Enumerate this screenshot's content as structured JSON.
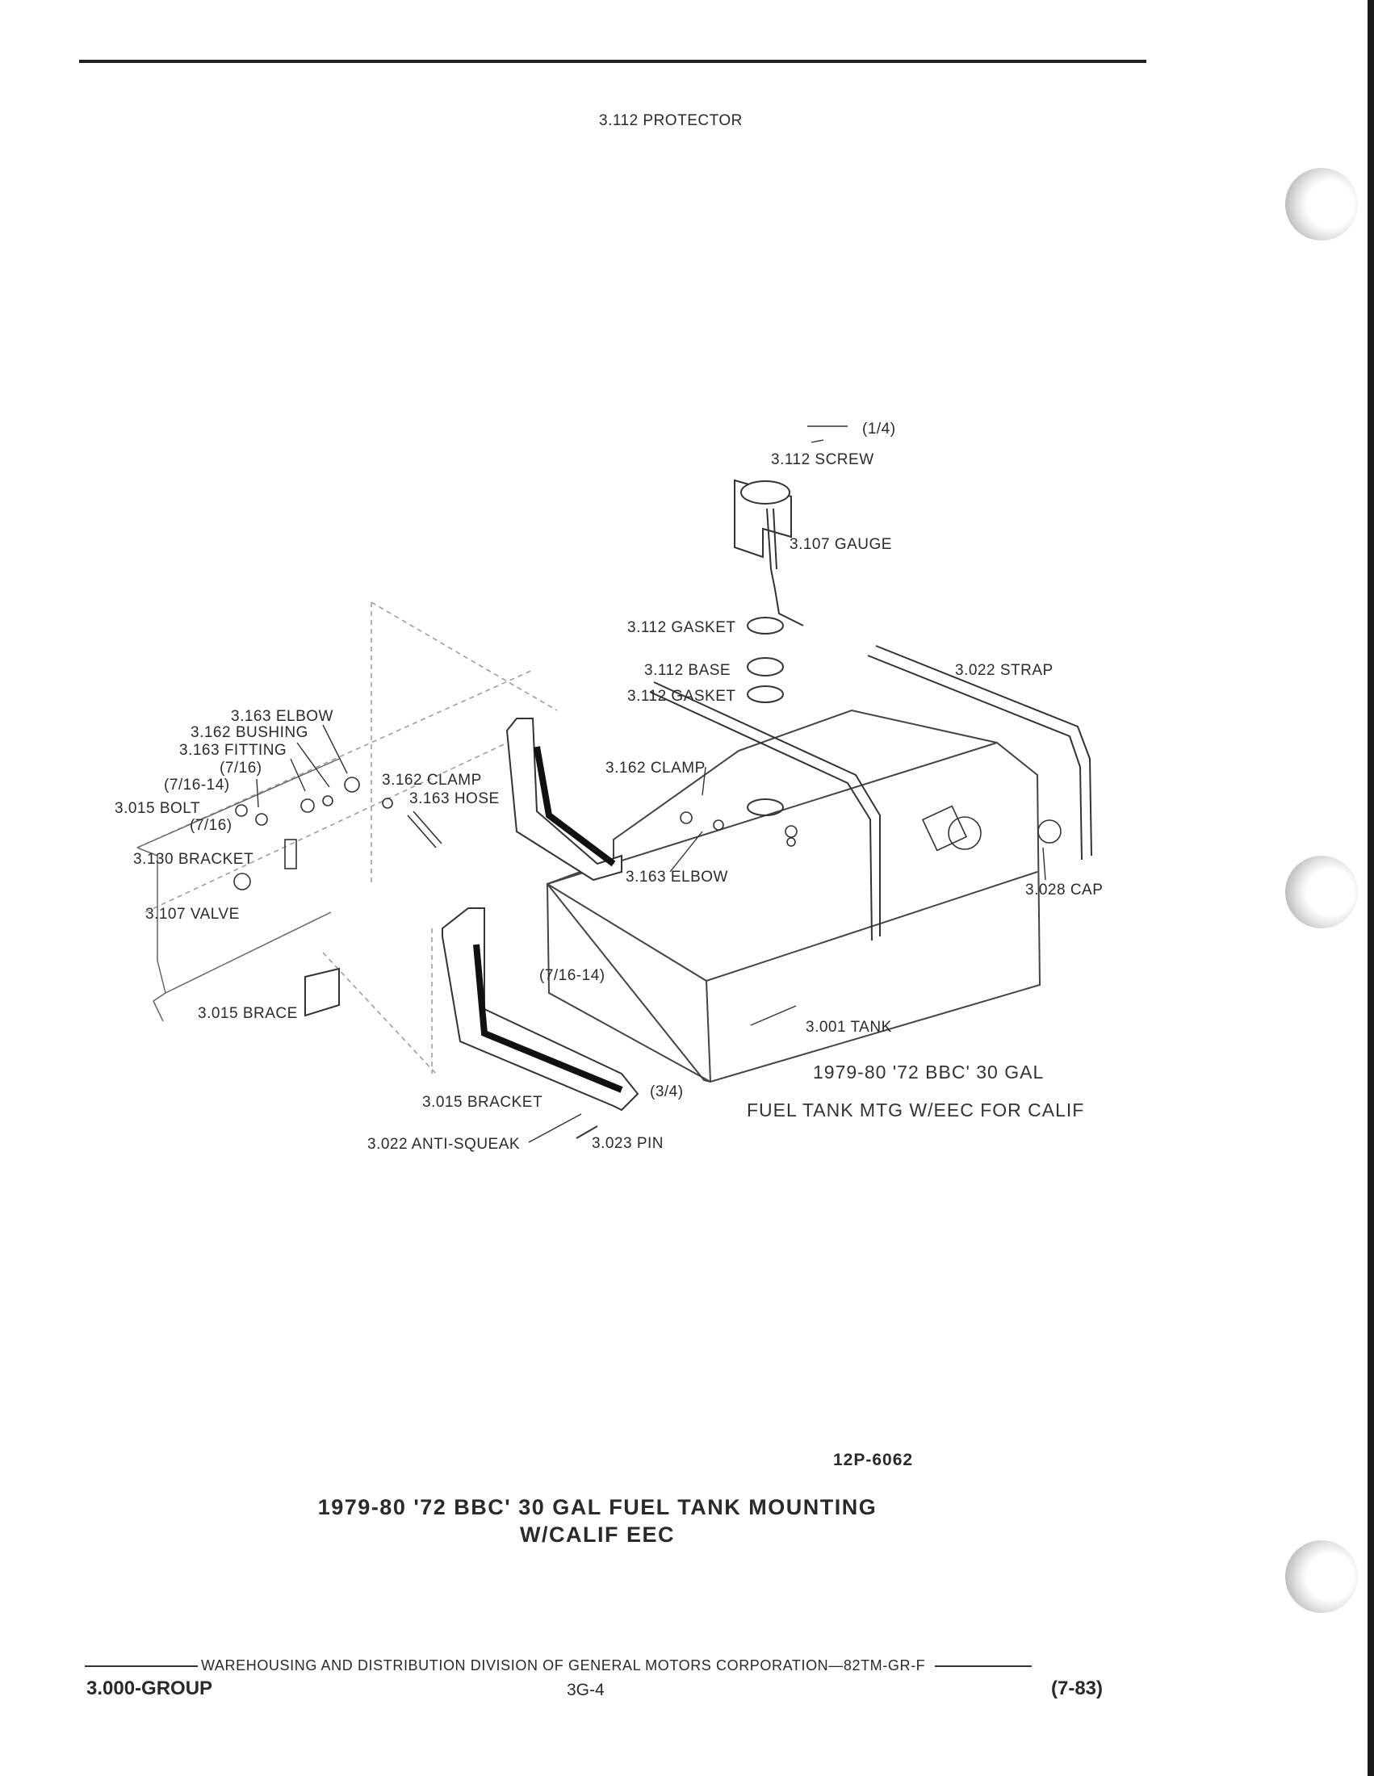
{
  "labels": {
    "protector": "3.112 PROTECTOR",
    "quarter": "(1/4)",
    "screw": "3.112 SCREW",
    "gauge": "3.107 GAUGE",
    "gasket_top": "3.112 GASKET",
    "base": "3.112 BASE",
    "gasket_bottom": "3.112 GASKET",
    "strap": "3.022 STRAP",
    "elbow_top": "3.163 ELBOW",
    "bushing": "3.162 BUSHING",
    "fitting": "3.163 FITTING",
    "seven_sixteenths_a": "(7/16)",
    "seven_sixteenths_14_a": "(7/16-14)",
    "bolt": "3.015 BOLT",
    "seven_sixteenths_b": "(7/16)",
    "clamp_left": "3.162 CLAMP",
    "hose": "3.163 HOSE",
    "clamp_right": "3.162 CLAMP",
    "bracket_130": "3.130 BRACKET",
    "elbow_bottom": "3.163 ELBOW",
    "cap": "3.028 CAP",
    "valve": "3.107 VALVE",
    "seven_sixteenths_14_b": "(7/16-14)",
    "brace": "3.015 BRACE",
    "tank": "3.001 TANK",
    "three_quarter": "(3/4)",
    "bracket_015": "3.015 BRACKET",
    "anti_squeak": "3.022 ANTI-SQUEAK",
    "pin": "3.023 PIN"
  },
  "caption": {
    "line1": "1979-80  '72 BBC'  30 GAL",
    "line2": "FUEL TANK MTG  W/EEC FOR CALIF"
  },
  "figure_number": "12P-6062",
  "title": {
    "line1": "1979-80 '72 BBC' 30 GAL FUEL TANK MOUNTING",
    "line2": "W/CALIF EEC"
  },
  "footer": {
    "division": "WAREHOUSING AND DISTRIBUTION  DIVISION OF GENERAL MOTORS CORPORATION—82TM-GR-F",
    "group": "3.000-GROUP",
    "page": "3G-4",
    "date": "(7-83)"
  }
}
